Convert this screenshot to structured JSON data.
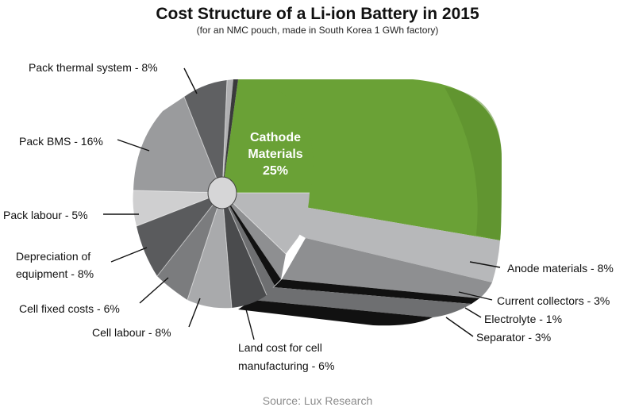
{
  "chart_data": {
    "type": "pie",
    "title": "Cost Structure of a Li-ion Battery in 2015",
    "subtitle": "(for an NMC pouch, made in South Korea 1 GWh factory)",
    "unit": "%",
    "slices": [
      {
        "label": "Cathode Materials",
        "value": 25,
        "color": "#6aa136",
        "text": "Cathode Materials 25%",
        "center": true
      },
      {
        "label": "Anode materials",
        "value": 8,
        "color": "#b7b8ba",
        "text": "Anode materials - 8%"
      },
      {
        "label": "Current collectors",
        "value": 3,
        "color": "#8e8f91",
        "text": "Current collectors - 3%"
      },
      {
        "label": "Electrolyte",
        "value": 1,
        "color": "#111111",
        "text": "Electrolyte - 1%"
      },
      {
        "label": "Separator",
        "value": 3,
        "color": "#6e6f71",
        "text": "Separator - 3%"
      },
      {
        "label": "Land cost for cell manufacturing",
        "value": 6,
        "color": "#4a4b4d",
        "text": "Land cost for cell manufacturing - 6%"
      },
      {
        "label": "Cell labour",
        "value": 8,
        "color": "#a9aaac",
        "text": "Cell labour - 8%"
      },
      {
        "label": "Cell fixed costs",
        "value": 6,
        "color": "#7b7c7e",
        "text": "Cell fixed costs - 6%"
      },
      {
        "label": "Depreciation of equipment",
        "value": 8,
        "color": "#5a5b5d",
        "text": "Depreciation of equipment - 8%"
      },
      {
        "label": "Pack labour",
        "value": 5,
        "color": "#cfcfd0",
        "text": "Pack labour - 5%"
      },
      {
        "label": "Pack BMS",
        "value": 16,
        "color": "#9a9b9d",
        "text": "Pack BMS - 16%"
      },
      {
        "label": "Pack thermal system",
        "value": 8,
        "color": "#5f6062",
        "text": "Pack thermal system - 8%"
      }
    ]
  },
  "labels": {
    "center_line1": "Cathode",
    "center_line2": "Materials",
    "center_line3": "25%",
    "anode": "Anode materials - 8%",
    "current": "Current collectors - 3%",
    "electrolyte": "Electrolyte - 1%",
    "separator": "Separator - 3%",
    "land_line1": "Land cost for cell",
    "land_line2": "manufacturing - 6%",
    "cell_labour": "Cell labour - 8%",
    "cell_fixed": "Cell fixed costs - 6%",
    "depr_line1": "Depreciation of",
    "depr_line2": "equipment - 8%",
    "pack_labour": "Pack labour - 5%",
    "pack_bms": "Pack BMS - 16%",
    "pack_thermal": "Pack thermal system - 8%"
  },
  "source": "Source: Lux Research"
}
